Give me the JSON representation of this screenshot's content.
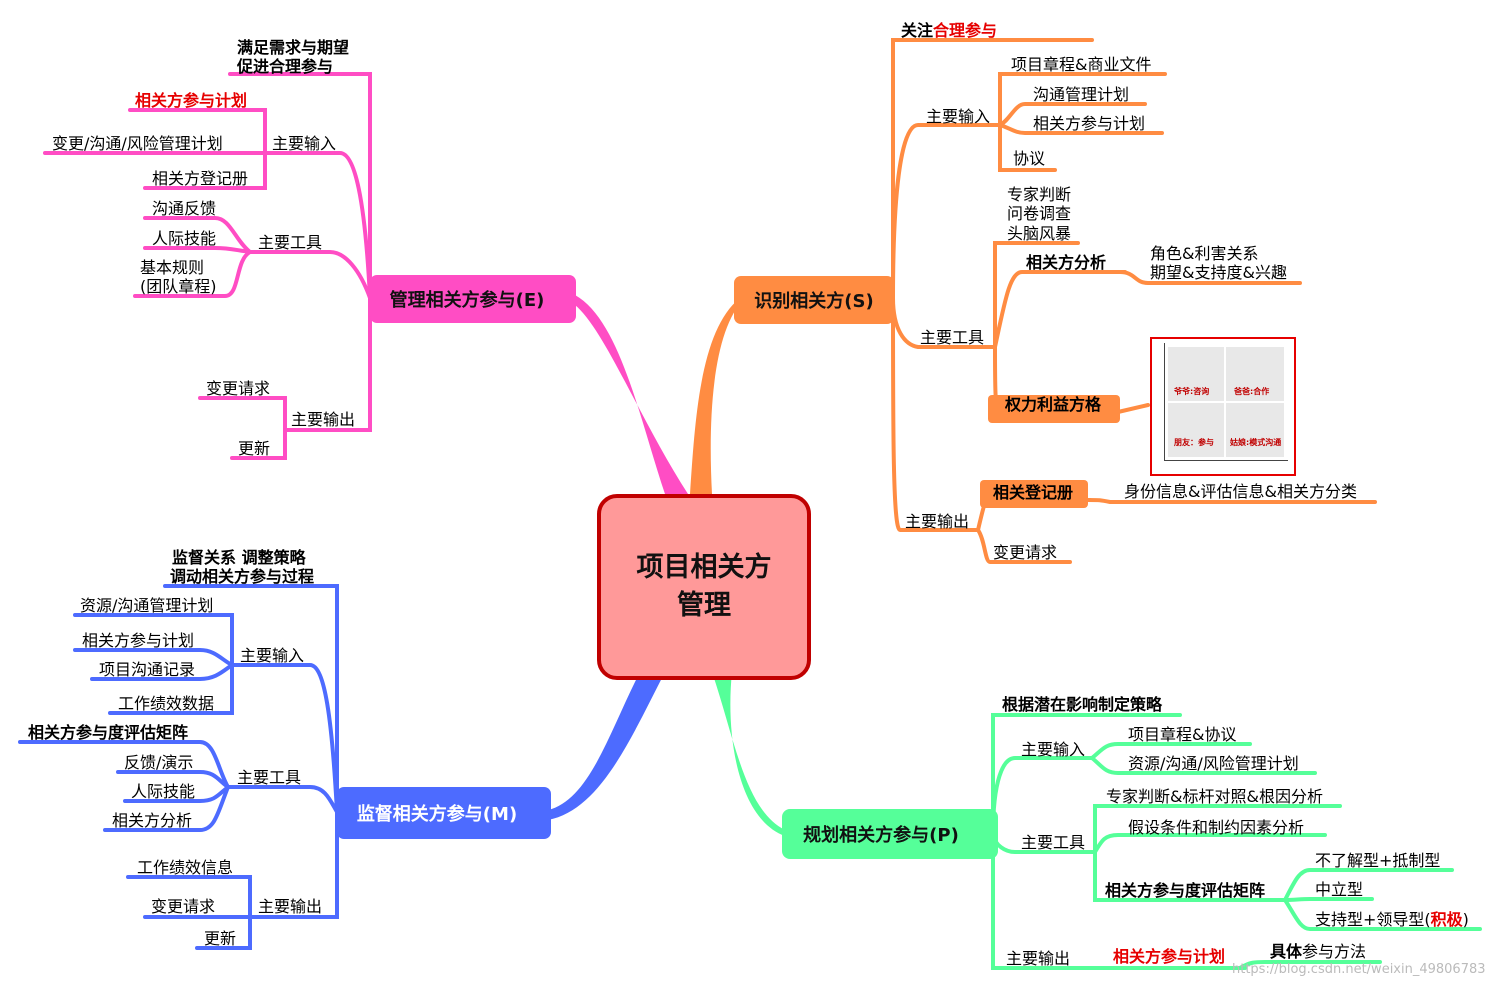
{
  "center": {
    "line1": "项目相关方",
    "line2": "管理"
  },
  "colors": {
    "identify": "#ff8c42",
    "plan": "#55ff99",
    "manage": "#ff4dc4",
    "monitor": "#4d6bff",
    "center_fill": "#ff9999",
    "center_border": "#c00000",
    "highlight": "#e60000"
  },
  "identify": {
    "title": "识别相关方(S)",
    "goal_prefix": "关注",
    "goal_highlight": "合理参与",
    "input_label": "主要输入",
    "inputs": [
      "项目章程&商业文件",
      "沟通管理计划",
      "相关方参与计划",
      "协议"
    ],
    "tools_label": "主要工具",
    "tools_plain": [
      "专家判断",
      "问卷调查",
      "头脑风暴"
    ],
    "analysis_label": "相关方分析",
    "analysis_detail_1": "角色&利害关系",
    "analysis_detail_2": "期望&支持度&兴趣",
    "grid_label": "权力利益方格",
    "grid_quadrants": [
      "爷爷:咨询",
      "爸爸:合作",
      "朋友：参与",
      "姑娘:模式沟通"
    ],
    "output_label": "主要输出",
    "register_label": "相关登记册",
    "register_detail": "身份信息&评估信息&相关方分类",
    "change_request": "变更请求"
  },
  "plan": {
    "title": "规划相关方参与(P)",
    "goal": "根据潜在影响制定策略",
    "input_label": "主要输入",
    "inputs": [
      "项目章程&协议",
      "资源/沟通/风险管理计划"
    ],
    "tools_label": "主要工具",
    "tools": [
      "专家判断&标杆对照&根因分析",
      "假设条件和制约因素分析"
    ],
    "matrix_label": "相关方参与度评估矩阵",
    "matrix_items": [
      "不了解型+抵制型",
      "中立型"
    ],
    "matrix_item3_prefix": "支持型+领导型(",
    "matrix_item3_highlight": "积极",
    "matrix_item3_suffix": ")",
    "output_label": "主要输出",
    "output_plan": "相关方参与计划",
    "output_detail_bold": "具体",
    "output_detail_rest": "参与方法"
  },
  "manage": {
    "title": "管理相关方参与(E)",
    "goal_1": "满足需求与期望",
    "goal_2": "促进合理参与",
    "input_label": "主要输入",
    "input_plan": "相关方参与计划",
    "inputs": [
      "变更/沟通/风险管理计划",
      "相关方登记册"
    ],
    "tools_label": "主要工具",
    "tools": [
      "沟通反馈",
      "人际技能"
    ],
    "tool_rules_1": "基本规则",
    "tool_rules_2": "(团队章程)",
    "output_label": "主要输出",
    "outputs": [
      "变更请求",
      "更新"
    ]
  },
  "monitor": {
    "title": "监督相关方参与(M)",
    "goal_1": "监督关系 调整策略",
    "goal_2": "调动相关方参与过程",
    "input_label": "主要输入",
    "inputs": [
      "资源/沟通管理计划",
      "相关方参与计划",
      "项目沟通记录",
      "工作绩效数据"
    ],
    "tools_label": "主要工具",
    "tools_matrix": "相关方参与度评估矩阵",
    "tools": [
      "反馈/演示",
      "人际技能",
      "相关方分析"
    ],
    "output_label": "主要输出",
    "outputs": [
      "工作绩效信息",
      "变更请求",
      "更新"
    ]
  },
  "watermark": "https://blog.csdn.net/weixin_49806783"
}
